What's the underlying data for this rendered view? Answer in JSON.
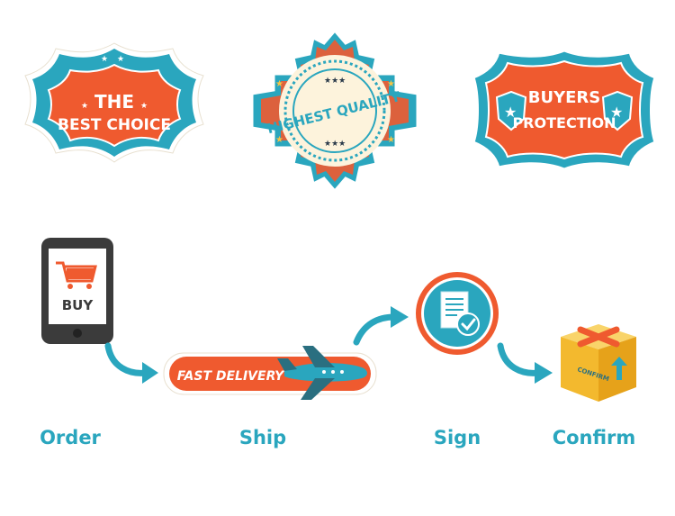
{
  "badges": [
    {
      "line1": "THE",
      "line2": "BEST CHOICE"
    },
    {
      "text": "HIGHEST QUALITY"
    },
    {
      "line1": "BUYERS",
      "line2": "PROTECTION"
    }
  ],
  "phone": {
    "button_label": "BUY"
  },
  "delivery": {
    "label": "FAST DELIVERY"
  },
  "box": {
    "label": "CONFIRM"
  },
  "steps": [
    "Order",
    "Ship",
    "Sign",
    "Confirm"
  ],
  "colors": {
    "teal": "#2aa6be",
    "orange": "#ef5a2f",
    "cream": "#fdf3dc",
    "dark": "#3b3b3b",
    "star": "#f6c343"
  }
}
